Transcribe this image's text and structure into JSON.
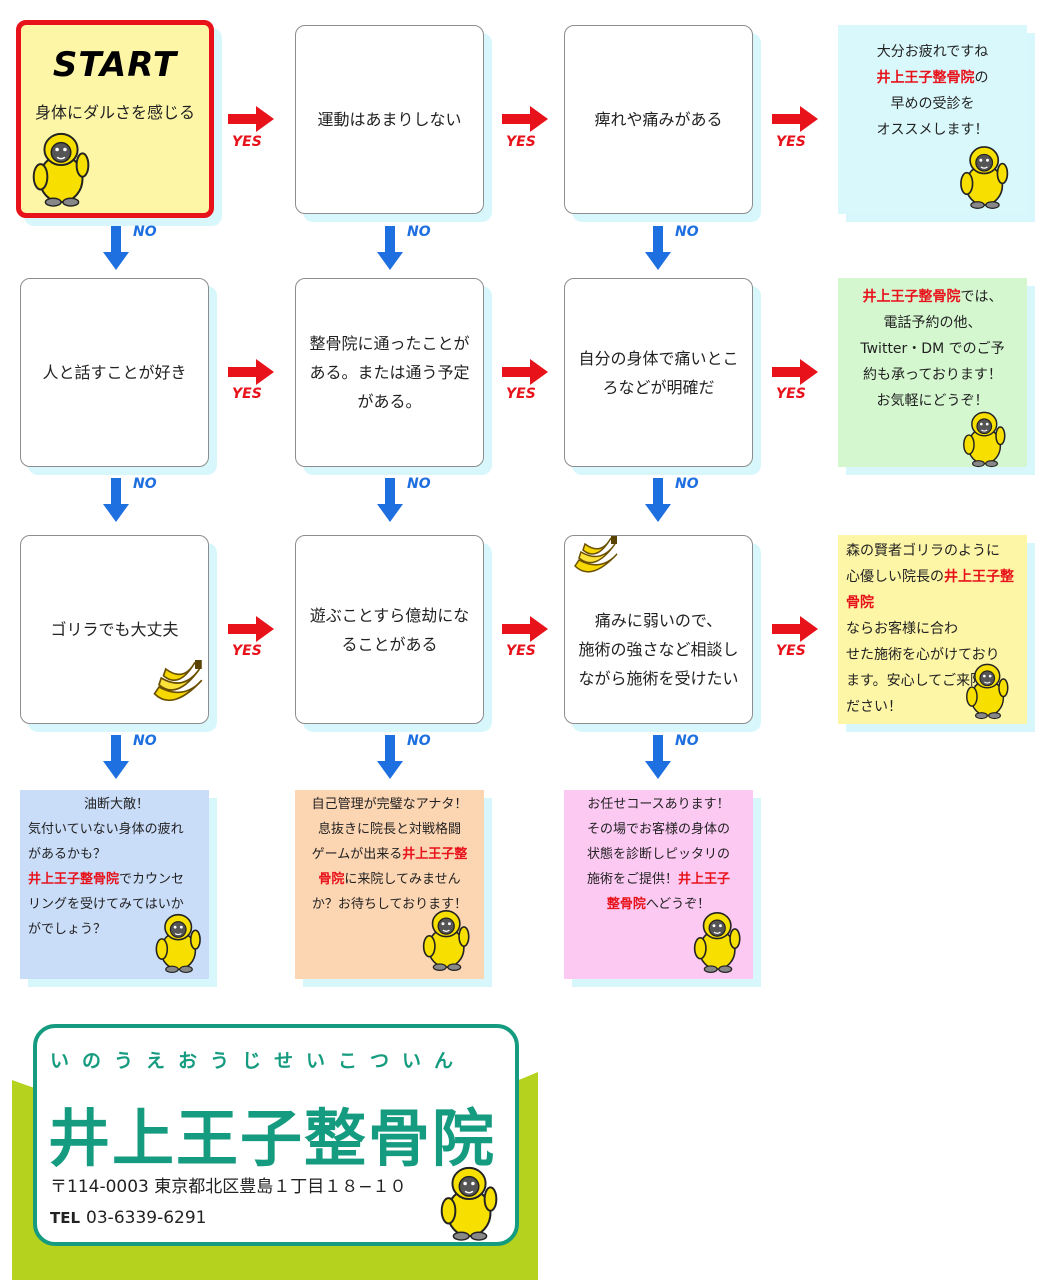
{
  "labels": {
    "yes": "YES",
    "no": "NO"
  },
  "start": {
    "title": "START",
    "question": "身体にダルさを感じる"
  },
  "questions": {
    "r1c2": [
      "運動はあまりしない"
    ],
    "r1c3": [
      "痺れや痛みがある"
    ],
    "r2c1": [
      "人と話すことが好き"
    ],
    "r2c2": [
      "整骨院に通ったことが",
      "ある。または通う予定",
      "がある。"
    ],
    "r2c3": [
      "自分の身体で痛いとこ",
      "ろなどが明確だ"
    ],
    "r3c1": [
      "ゴリラでも大丈夫"
    ],
    "r3c2": [
      "遊ぶことすら億劫にな",
      "ることがある"
    ],
    "r3c3": [
      "痛みに弱いので、",
      "施術の強さなど相談し",
      "ながら施術を受けたい"
    ]
  },
  "clinic_name": "井上王子整骨院",
  "results": {
    "r1": {
      "l1": "大分お疲れですね",
      "l2b": "の",
      "l3": "早めの受診を",
      "l4": "オススメします！"
    },
    "r2": {
      "l1b": "では、",
      "l2": "電話予約の他、",
      "l3": "Twitter・DM でのご予",
      "l4": "約も承っております！",
      "l5": "お気軽にどうぞ！"
    },
    "r3": {
      "l1": "森の賢者ゴリラのように",
      "l2a": "心優しい院長の",
      "l3b": "ならお客様に合わ",
      "l4": "せた施術を心がけており",
      "l5": "ます。安心してご来院く",
      "l6": "ださい！"
    },
    "b1": {
      "l1": "油断大敵！",
      "l2": "気付いていない身体の疲れ",
      "l3": "があるかも？",
      "l4b": "でカウンセ",
      "l5": "リングを受けてみてはいか",
      "l6": "がでしょう？"
    },
    "b2": {
      "l1": "自己管理が完璧なアナタ！",
      "l2": "息抜きに院長と対戦格闘",
      "l3a": "ゲームが出来る",
      "l3c": "井上王子整",
      "l4c": "骨院",
      "l4b": "に来院してみません",
      "l5": "か？お待ちしております！"
    },
    "b3": {
      "l1": "お任せコースあります！",
      "l2": "その場でお客様の身体の",
      "l3": "状態を診断しピッタリの",
      "l4a": "施術をご提供！",
      "l4c": "井上王子",
      "l5c": "整骨院",
      "l5b": "へどうぞ！"
    }
  },
  "footer": {
    "kana": "いのうえおうじせいこついん",
    "name": "井上王子整骨院",
    "address": "〒114-0003 東京都北区豊島１丁目１８−１０",
    "tel_label": "TEL",
    "tel": "03-6339-6291"
  },
  "colors": {
    "start_bg": "#fdf6a7",
    "start_border": "#e8121b",
    "yes": "#e8121b",
    "no": "#1e6fe0",
    "r1_bg": "#d9f8fb",
    "r2_bg": "#d4f7d0",
    "r3_bg": "#fdf6a7",
    "b1_bg": "#c9dcf8",
    "b2_bg": "#fcd5b3",
    "b3_bg": "#fcc9f3",
    "footer_green": "#b5d21f",
    "footer_teal": "#159b7f"
  },
  "icons": [
    "gorilla-mascot-icon",
    "banana-icon",
    "arrow-right-icon",
    "arrow-down-icon"
  ]
}
